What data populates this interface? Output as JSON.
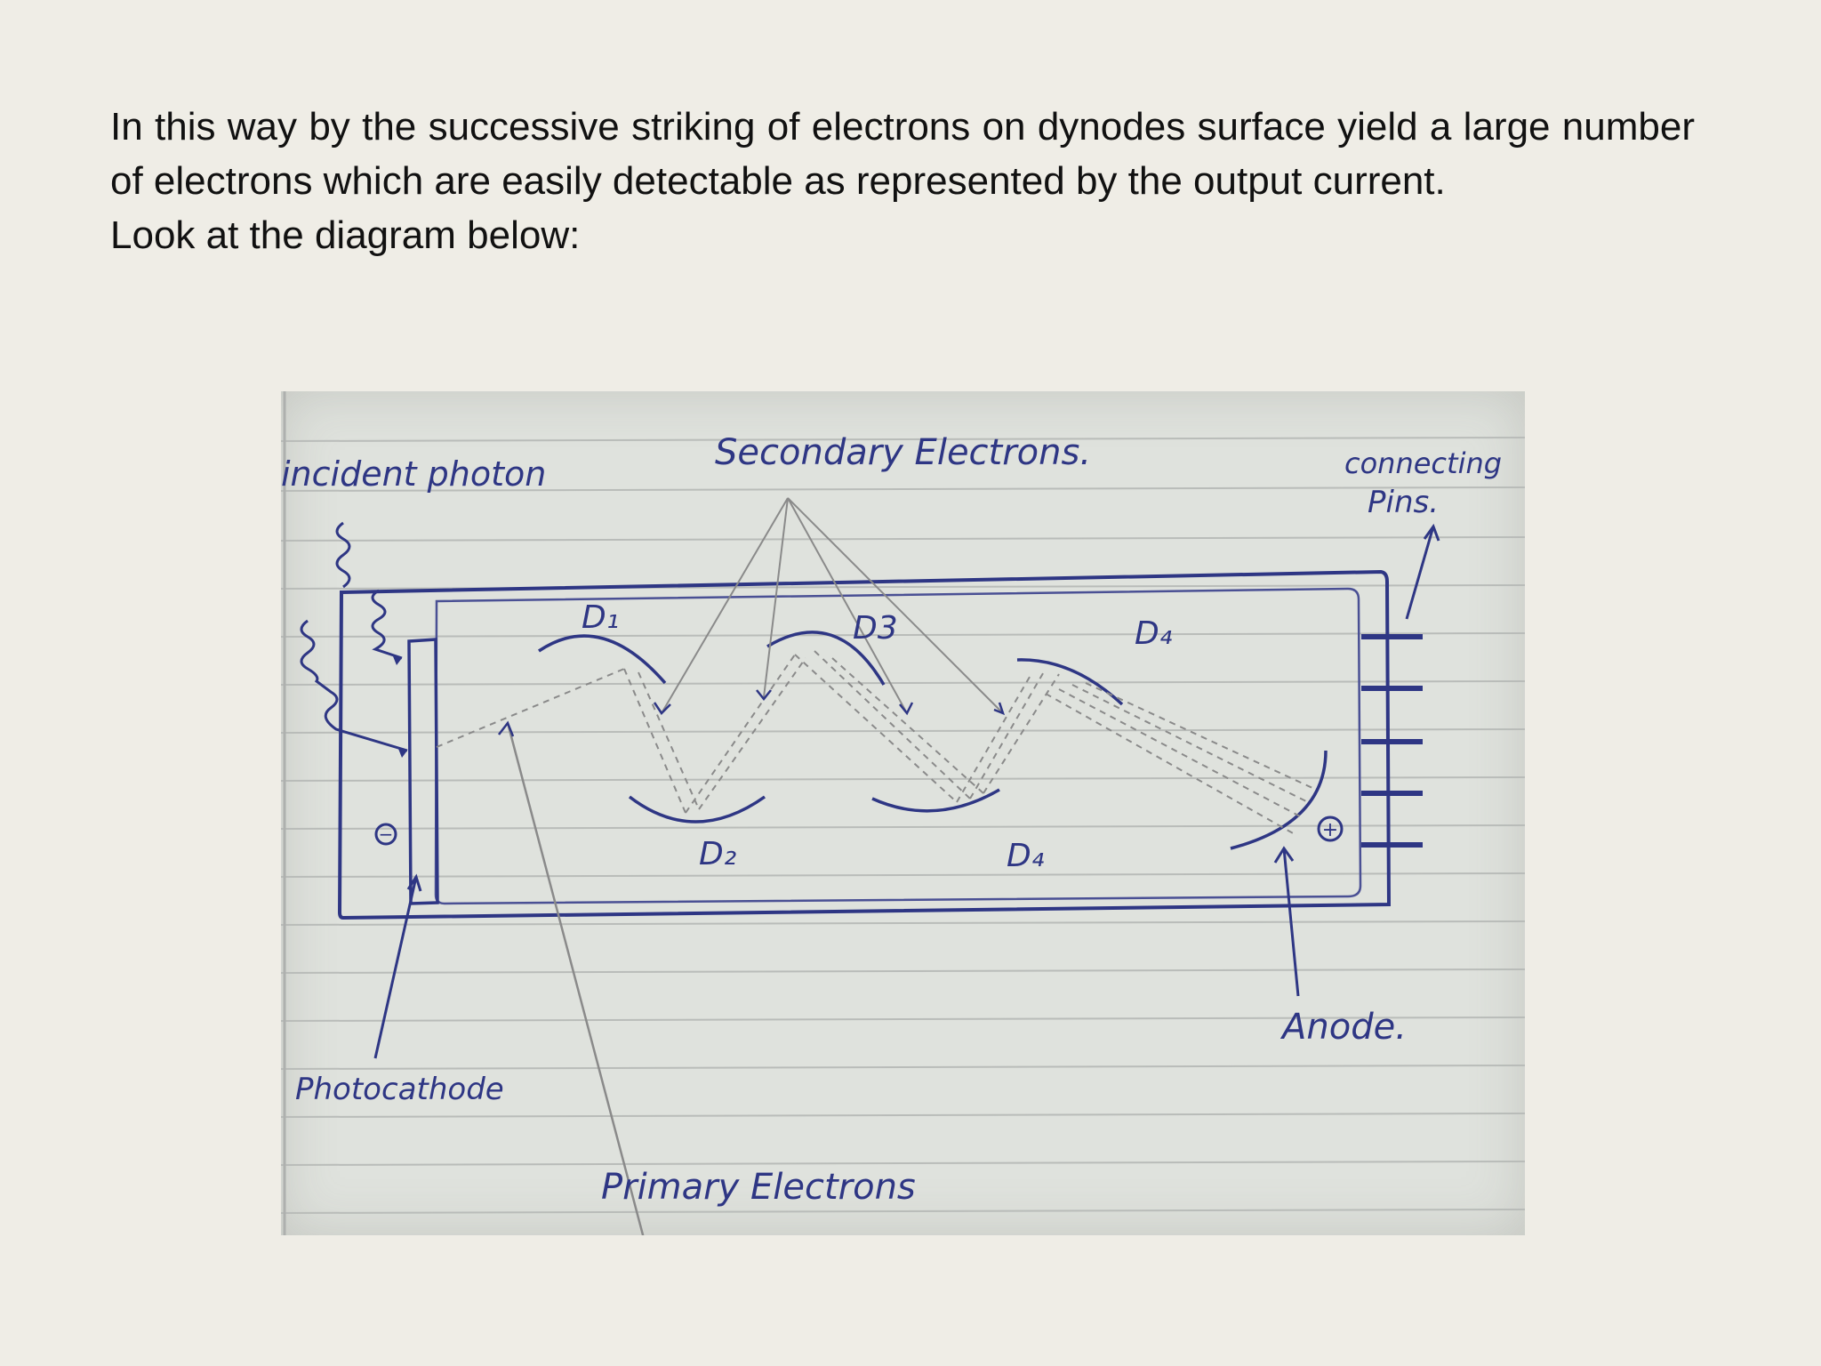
{
  "paragraph": "In this way by the successive striking of electrons on dynodes surface yield a large number of electrons which are easily detectable as represented by the output current.",
  "intro_line": "Look at the diagram below:",
  "diagram": {
    "labels": {
      "incident_photon": "incident photon",
      "secondary_electrons": "Secondary Electrons.",
      "connecting_pins": [
        "connecting",
        "Pins."
      ],
      "photocathode": "Photocathode",
      "primary_electrons": "Primary Electrons",
      "anode": "Anode.",
      "d1": "D₁",
      "d2": "D₂",
      "d3": "D3",
      "d4_top": "D₄",
      "d4_bottom": "D₄",
      "minus": "−",
      "plus": "+"
    },
    "colors": {
      "ink": "#2e3684",
      "pencil": "#8a8a8a",
      "paper": "#dfe2dd",
      "rule": "#b9bcb9"
    }
  }
}
